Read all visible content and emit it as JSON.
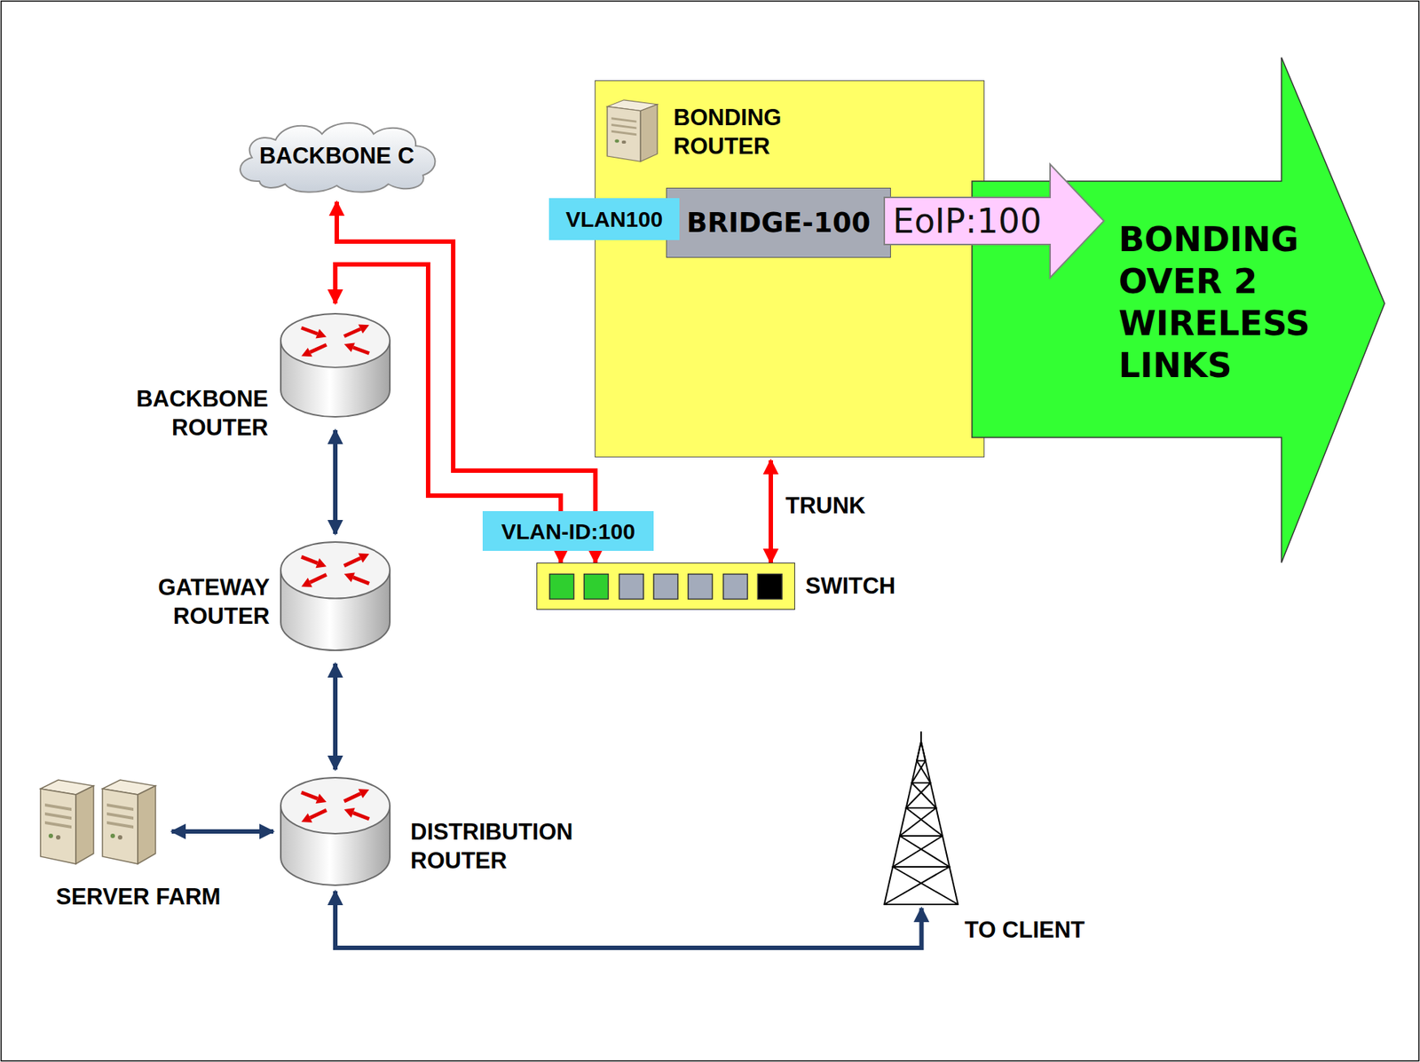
{
  "diagram": {
    "nodes": [
      {
        "text": [
          "BACKBONE C"
        ]
      },
      {
        "text": [
          "BONDING ROUTER"
        ]
      },
      {
        "text": [
          "VLAN100"
        ]
      },
      {
        "text": [
          "BRIDGE-100"
        ],
        "in": 1
      },
      {
        "text": [
          "EoIP:100"
        ]
      },
      {
        "text": [
          "BONDING OVER 2 WIRELESS LINKS"
        ]
      },
      {
        "text": [
          "BACKBONE ROUTER"
        ]
      },
      {
        "text": [
          "VLAN-ID:100"
        ]
      },
      {
        "text": [
          "GATEWAY ROUTER"
        ]
      },
      {
        "text": [
          "SWITCH"
        ]
      },
      {
        "text": [
          "DISTRIBUTION ROUTER"
        ]
      },
      {
        "text": [
          "SERVER FARM"
        ]
      },
      {
        "text": [
          "TO CLIENT"
        ]
      }
    ],
    "edges": [
      {
        "from": 9,
        "to": 0,
        "arrow": "both"
      },
      {
        "from": 9,
        "to": 6,
        "arrow": "both"
      },
      {
        "from": 9,
        "to": 1,
        "arrow": "both",
        "label": "TRUNK"
      },
      {
        "from": 6,
        "to": 8,
        "arrow": "both"
      },
      {
        "from": 8,
        "to": 10,
        "arrow": "both"
      },
      {
        "from": 11,
        "to": 10,
        "arrow": "both"
      },
      {
        "from": 10,
        "to": 12,
        "arrow": "both"
      }
    ]
  }
}
